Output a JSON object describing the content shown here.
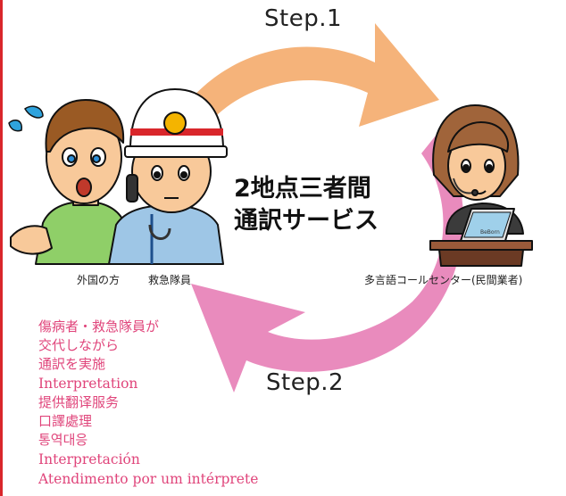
{
  "step1": "Step.1",
  "step2": "Step.2",
  "title_line1": "2地点三者間",
  "title_line2": "通訳サービス",
  "captions": {
    "foreigner": "外国の方",
    "crew": "救急隊員",
    "center": "多言語コールセンター(民間業者)"
  },
  "description": [
    "傷病者・救急隊員が",
    "交代しながら",
    "通訳を実施",
    "Interpretation",
    "提供翻译服务",
    "口譯處理",
    "통역대응",
    "Interpretación",
    "Atendimento por um intérprete"
  ],
  "colors": {
    "arrow_top": "#f5b37a",
    "arrow_bottom": "#e98bbd",
    "text_pink": "#e0457b",
    "left_rule": "#d9262b"
  },
  "monitor_label": "BeBorn"
}
